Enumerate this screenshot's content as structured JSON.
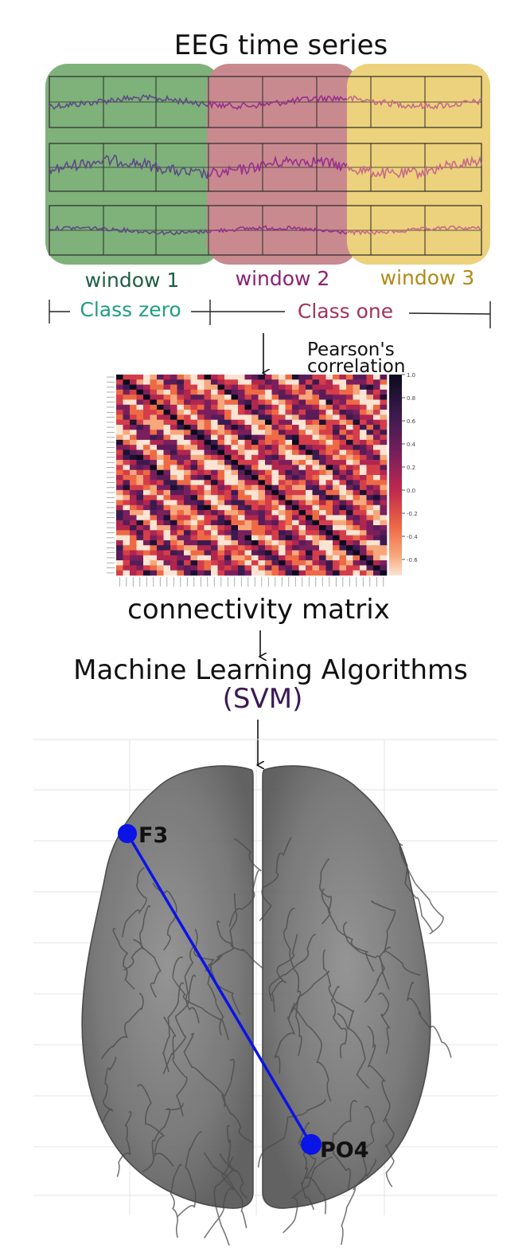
{
  "eeg": {
    "title": "EEG time series",
    "windows": [
      {
        "label": "window 1",
        "fill": "#7fb17a",
        "label_color": "#1e5e45"
      },
      {
        "label": "window 2",
        "fill": "#c88a8f",
        "label_color": "#8b1f72"
      },
      {
        "label": "window 3",
        "fill": "#ecd27c",
        "label_color": "#b08a16"
      }
    ],
    "trace_colors": [
      "#5e4a86",
      "#9a2e8c",
      "#c86a8a"
    ],
    "classes": [
      {
        "label": "Class zero",
        "color": "#1f9e82"
      },
      {
        "label": "Class one",
        "color": "#a3335c"
      }
    ]
  },
  "matrix": {
    "colorbar_title_line1": "Pearson's",
    "colorbar_title_line2": "correlation",
    "colorbar_ticks": [
      "1.0",
      "0.8",
      "0.6",
      "0.4",
      "0.2",
      "0.0",
      "-0.2",
      "-0.4",
      "-0.6"
    ],
    "caption": "connectivity matrix"
  },
  "ml": {
    "title": "Machine Learning Algorithms",
    "subtitle": "(SVM)",
    "subtitle_color": "#3b1a55"
  },
  "brain": {
    "nodes": [
      {
        "label": "F3",
        "color": "#0a14e6"
      },
      {
        "label": "PO4",
        "color": "#0a14e6"
      }
    ],
    "edge_color": "#0a14e6"
  }
}
